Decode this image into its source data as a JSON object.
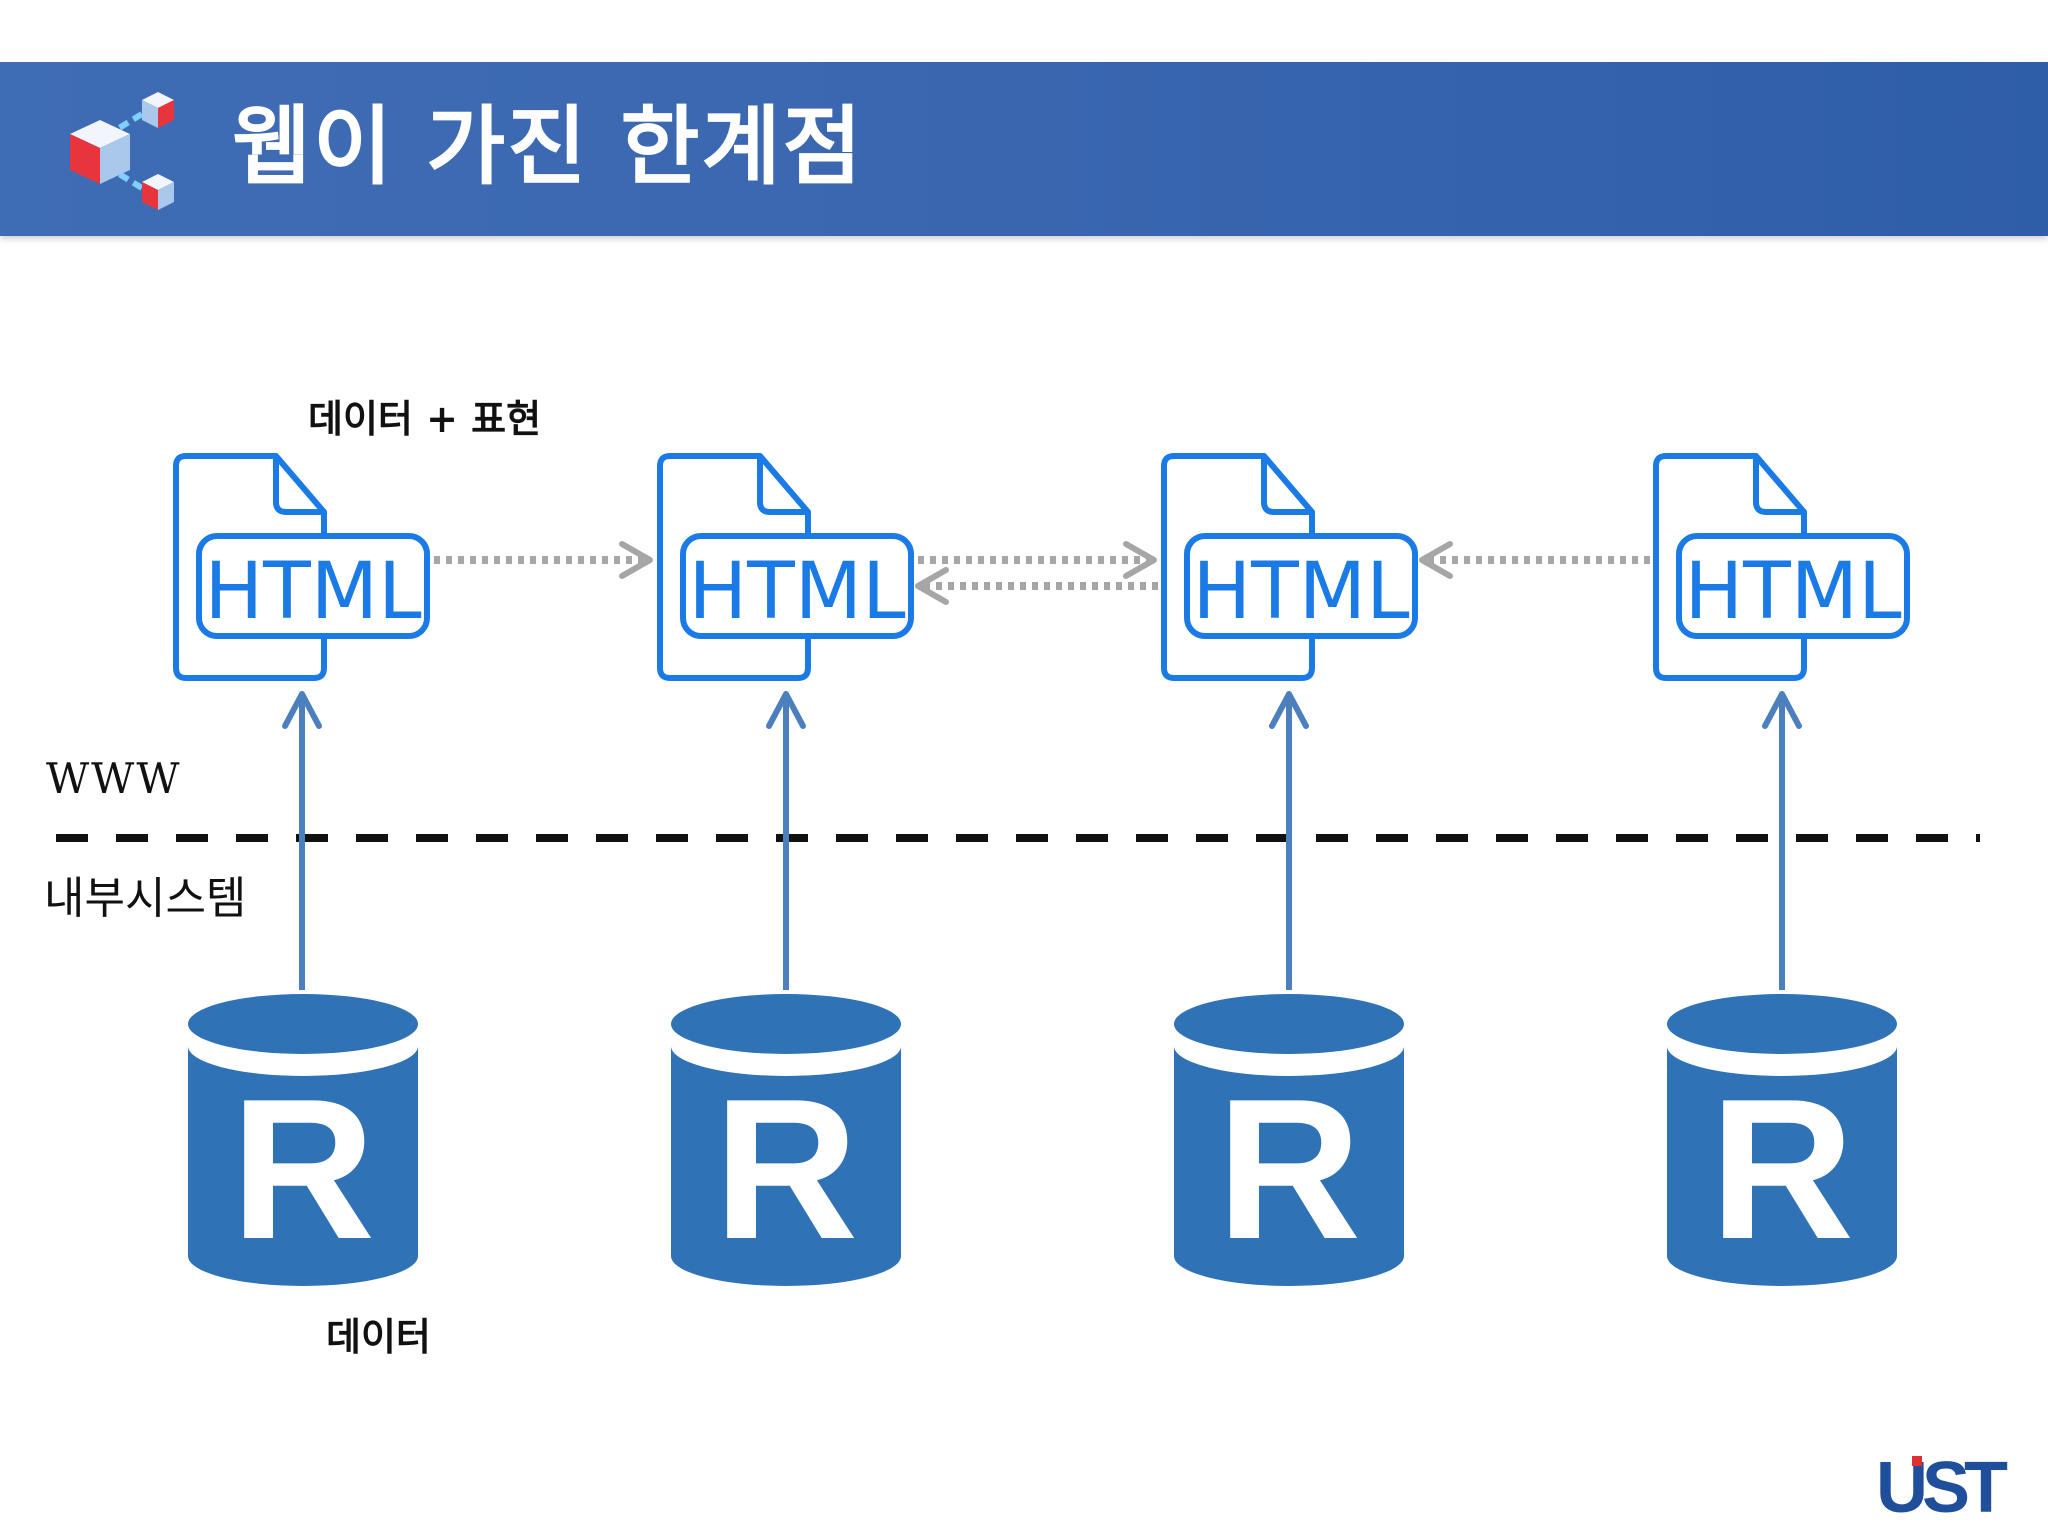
{
  "header": {
    "title": "웹이 가진 한계점",
    "logo_icon": "network-cubes-icon"
  },
  "labels": {
    "top": "데이터 + 표현",
    "www": "WWW",
    "internal": "내부시스템",
    "bottom": "데이터"
  },
  "nodes": [
    {
      "doc_label": "HTML",
      "db_label": "R"
    },
    {
      "doc_label": "HTML",
      "db_label": "R"
    },
    {
      "doc_label": "HTML",
      "db_label": "R"
    },
    {
      "doc_label": "HTML",
      "db_label": "R"
    }
  ],
  "links": [
    {
      "from": 0,
      "to": 1,
      "direction": "forward"
    },
    {
      "from": 1,
      "to": 2,
      "direction": "forward"
    },
    {
      "from": 2,
      "to": 1,
      "direction": "forward"
    },
    {
      "from": 3,
      "to": 2,
      "direction": "forward"
    }
  ],
  "brand": {
    "text": "UST"
  },
  "colors": {
    "header": "#3a66b0",
    "doc_icon": "#1a7ae6",
    "database": "#2f72b6",
    "up_arrow": "#4b7fbd",
    "link_arrow": "#a6a6a6",
    "divider": "#111111",
    "brand_blue": "#1f4f9a",
    "brand_red": "#e03030"
  }
}
